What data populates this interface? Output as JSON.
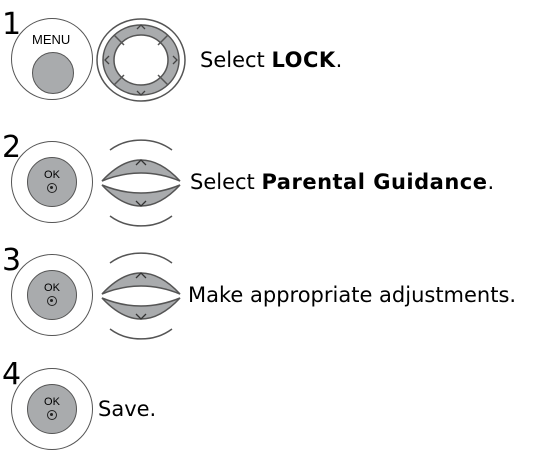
{
  "steps": [
    {
      "number": "1",
      "button_label": "MENU",
      "navigator": "four-way",
      "text_prefix": "Select ",
      "text_bold": "LOCK",
      "text_suffix": "."
    },
    {
      "number": "2",
      "button_label": "OK",
      "navigator": "up-down",
      "text_prefix": "Select ",
      "text_bold": "Parental Guidance",
      "text_suffix": "."
    },
    {
      "number": "3",
      "button_label": "OK",
      "navigator": "up-down",
      "text_prefix": "Make appropriate adjustments.",
      "text_bold": "",
      "text_suffix": ""
    },
    {
      "number": "4",
      "button_label": "OK",
      "navigator": "",
      "text_prefix": "Save.",
      "text_bold": "",
      "text_suffix": ""
    }
  ],
  "icons": {
    "menu_button": "menu-button-icon",
    "ok_button": "ok-button-icon",
    "four_way_navigator": "navigation-pad-icon",
    "up_down_navigator": "up-down-navigation-icon"
  },
  "colors": {
    "button_fill": "#a9abad",
    "outline": "#555555"
  }
}
